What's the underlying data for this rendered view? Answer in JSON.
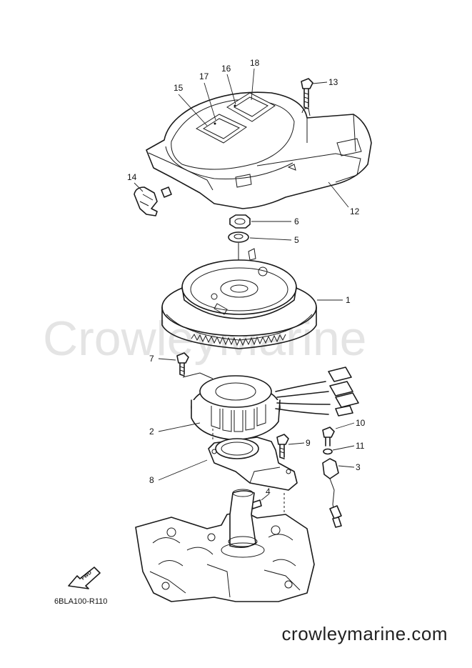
{
  "watermark": "CrowleyMarine",
  "diagram_code": "6BLA100-R110",
  "fwd_label": "FWD",
  "site_name": "crowleymarine.com",
  "callouts": [
    {
      "id": "1",
      "text": "1"
    },
    {
      "id": "2",
      "text": "2"
    },
    {
      "id": "3",
      "text": "3"
    },
    {
      "id": "4",
      "text": "4"
    },
    {
      "id": "5",
      "text": "5"
    },
    {
      "id": "6",
      "text": "6"
    },
    {
      "id": "7",
      "text": "7"
    },
    {
      "id": "8",
      "text": "8"
    },
    {
      "id": "9",
      "text": "9"
    },
    {
      "id": "10",
      "text": "10"
    },
    {
      "id": "11",
      "text": "11"
    },
    {
      "id": "12",
      "text": "12"
    },
    {
      "id": "13",
      "text": "13"
    },
    {
      "id": "14",
      "text": "14"
    },
    {
      "id": "15",
      "text": "15"
    },
    {
      "id": "16",
      "text": "16"
    },
    {
      "id": "17",
      "text": "17"
    },
    {
      "id": "18",
      "text": "18"
    }
  ]
}
